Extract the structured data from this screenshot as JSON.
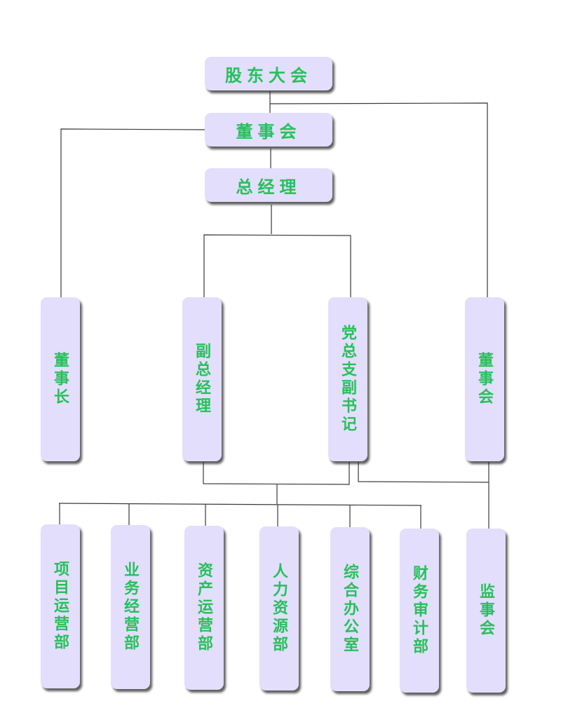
{
  "colors": {
    "box_fill": "#e2defc",
    "text": "#27c05a",
    "line": "#333333"
  },
  "chart": {
    "top": [
      {
        "id": "shareholders",
        "label": "股东大会"
      },
      {
        "id": "board",
        "label": "董事会"
      },
      {
        "id": "gm",
        "label": "总经理"
      }
    ],
    "middle": [
      {
        "id": "chairman",
        "label": "董事长"
      },
      {
        "id": "deputy-gm",
        "label": "副总经理"
      },
      {
        "id": "party-deputy-secretary",
        "label": "党总支副书记"
      },
      {
        "id": "board-right",
        "label": "董事会"
      }
    ],
    "departments": [
      {
        "id": "project-ops",
        "label": "项目运营部"
      },
      {
        "id": "business-ops",
        "label": "业务经营部"
      },
      {
        "id": "asset-ops",
        "label": "资产运营部"
      },
      {
        "id": "hr",
        "label": "人力资源部"
      },
      {
        "id": "general-office",
        "label": "综合办公室"
      },
      {
        "id": "finance-audit",
        "label": "财务审计部"
      },
      {
        "id": "supervisory-board",
        "label": "监事会"
      }
    ]
  }
}
